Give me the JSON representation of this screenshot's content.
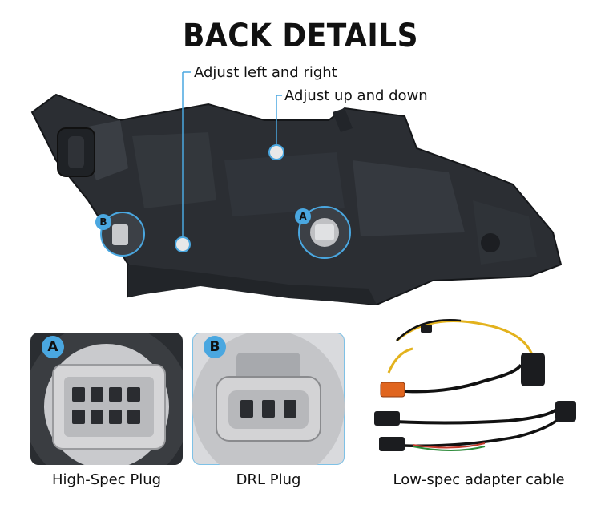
{
  "title": "BACK DETAILS",
  "annotations": {
    "left_right": "Adjust left and right",
    "up_down": "Adjust up and down"
  },
  "markers": {
    "a": "A",
    "b": "B"
  },
  "panels": {
    "a": {
      "badge": "A",
      "caption": "High-Spec Plug"
    },
    "b": {
      "badge": "B",
      "caption": "DRL Plug"
    },
    "c": {
      "caption": "Low-spec adapter cable"
    }
  },
  "colors": {
    "accent": "#4aa7e0",
    "housing": "#2b2e33"
  }
}
